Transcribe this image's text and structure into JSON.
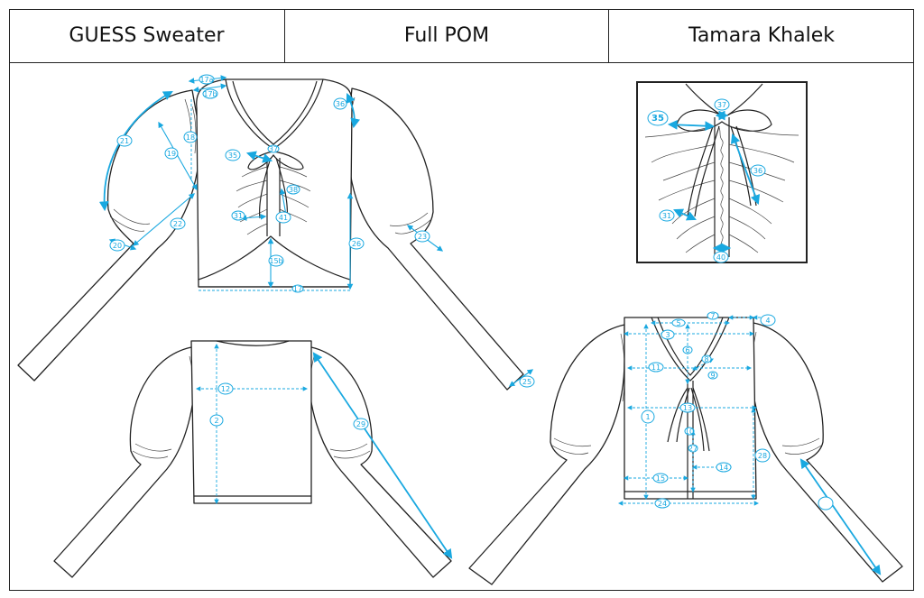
{
  "header": {
    "col1": "GUESS Sweater",
    "col2": "Full POM",
    "col3": "Tamara Khalek"
  },
  "colors": {
    "measure": "#19a8e0",
    "outline": "#222222"
  },
  "pom_labels": {
    "front": [
      "17a",
      "17b",
      "36",
      "21",
      "18",
      "19",
      "35",
      "37",
      "38",
      "31",
      "41",
      "22",
      "20",
      "26",
      "23",
      "15b",
      "17",
      "25"
    ],
    "back": [
      "12",
      "2",
      "29"
    ],
    "detail": [
      "35",
      "37",
      "36",
      "31",
      "40"
    ],
    "flat": [
      "5",
      "7",
      "4",
      "3",
      "6",
      "8",
      "9",
      "11",
      "1",
      "13",
      "10",
      "27",
      "28",
      "14",
      "15",
      "24"
    ]
  }
}
